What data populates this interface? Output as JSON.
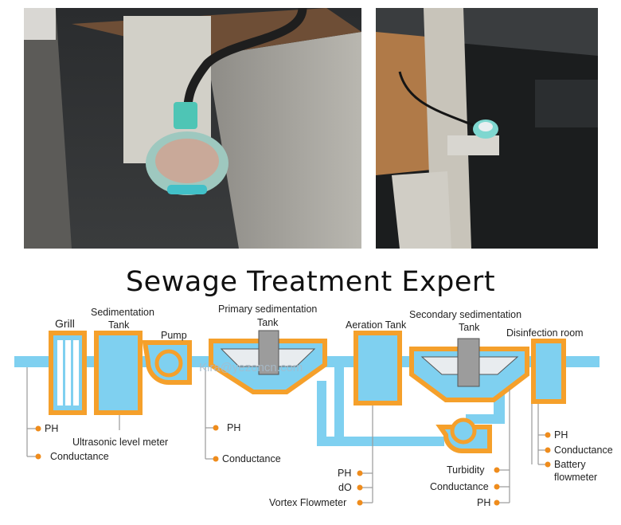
{
  "title": "Sewage Treatment Expert",
  "watermark": "Kira@yezoncn.com",
  "stages": {
    "grill": "Grill",
    "sedimentation_tank": [
      "Sedimentation",
      "Tank"
    ],
    "pump": "Pump",
    "primary_sedimentation_tank": [
      "Primary sedimentation",
      "Tank"
    ],
    "aeration_tank": "Aeration Tank",
    "secondary_sedimentation_tank": [
      "Secondary sedimentation",
      "Tank"
    ],
    "disinfection_room": "Disinfection room"
  },
  "sensors": {
    "inlet": [
      "PH",
      "Conductance"
    ],
    "sedimentation_tank": "Ultrasonic level meter",
    "primary": [
      "PH",
      "Conductance"
    ],
    "aeration": [
      "PH",
      "dO",
      "Vortex Flowmeter"
    ],
    "secondary": [
      "Turbidity",
      "Conductance",
      "PH"
    ],
    "disinfection": [
      "PH",
      "Conductance",
      "Battery",
      "flowmeter"
    ]
  },
  "colors": {
    "water": "#7fd0f0",
    "frame": "#f5a02b",
    "dot": "#ef8c1c",
    "line": "#9a9a9a"
  }
}
